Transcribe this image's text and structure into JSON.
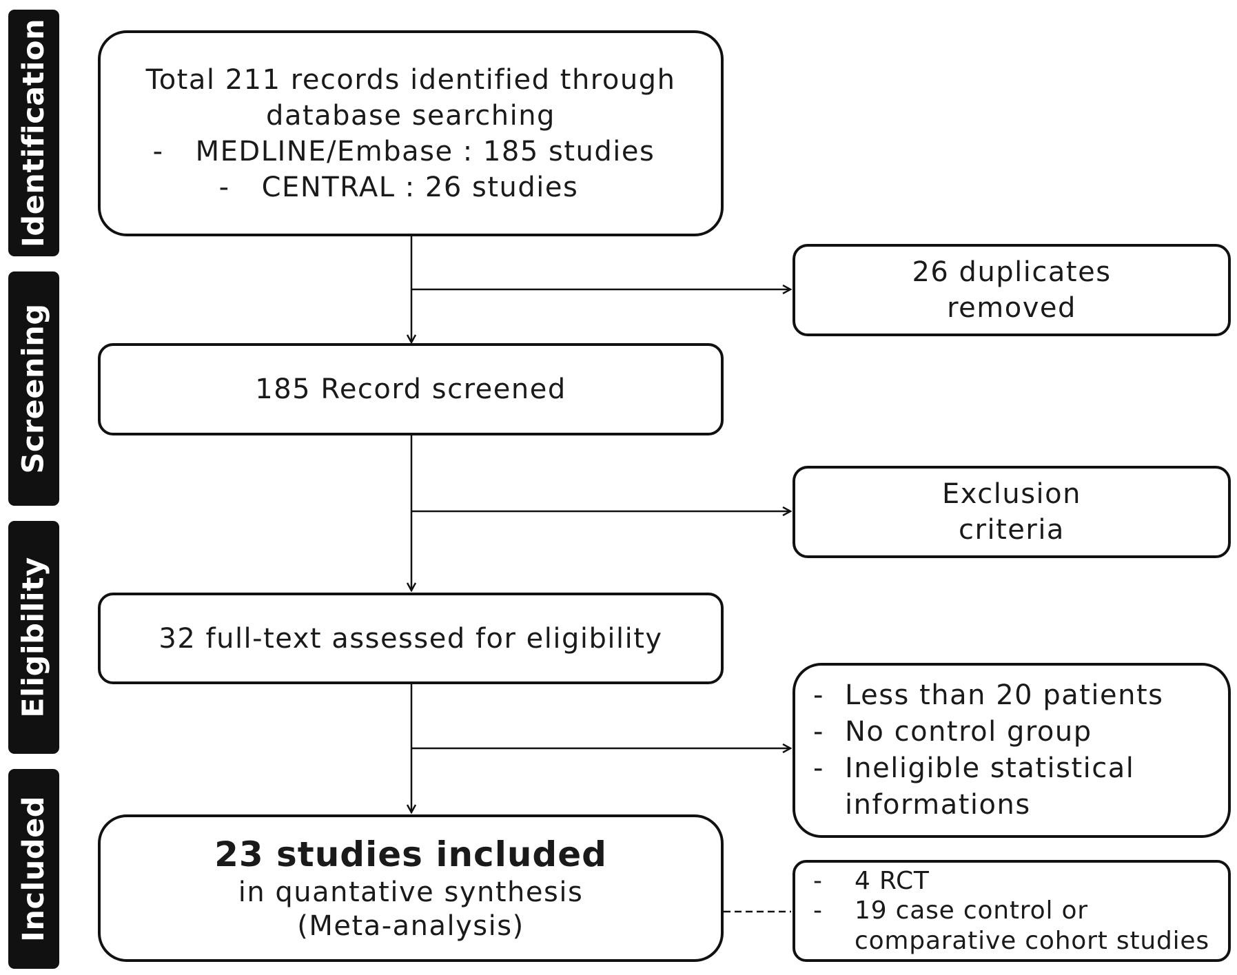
{
  "phases": {
    "identification": "Identification",
    "screening": "Screening",
    "eligibility": "Eligibility",
    "included": "Included"
  },
  "identification_box": {
    "line1": "Total 211 records identified through",
    "line2": "database searching",
    "bullets": [
      {
        "dash": "-",
        "text": "MEDLINE/Embase : 185 studies"
      },
      {
        "dash": "-",
        "text": "CENTRAL : 26 studies"
      }
    ]
  },
  "duplicates_box": {
    "line1": "26 duplicates",
    "line2": "removed"
  },
  "screened_box": {
    "text": "185 Record screened"
  },
  "exclusion_box": {
    "line1": "Exclusion",
    "line2": "criteria"
  },
  "eligibility_box": {
    "text": "32 full-text assessed for eligibility"
  },
  "reasons_box": {
    "items": [
      {
        "dash": "-",
        "lines": [
          "Less than 20 patients"
        ]
      },
      {
        "dash": "-",
        "lines": [
          "No control group"
        ]
      },
      {
        "dash": "-",
        "lines": [
          "Ineligible statistical",
          "informations"
        ]
      }
    ]
  },
  "included_box": {
    "headline": "23 studies included",
    "line2": "in quantative synthesis",
    "line3": "(Meta-analysis)"
  },
  "study_types_box": {
    "items": [
      {
        "dash": "-",
        "lines": [
          "4 RCT"
        ]
      },
      {
        "dash": "-",
        "lines": [
          "19 case control or",
          "comparative cohort studies"
        ]
      }
    ]
  }
}
